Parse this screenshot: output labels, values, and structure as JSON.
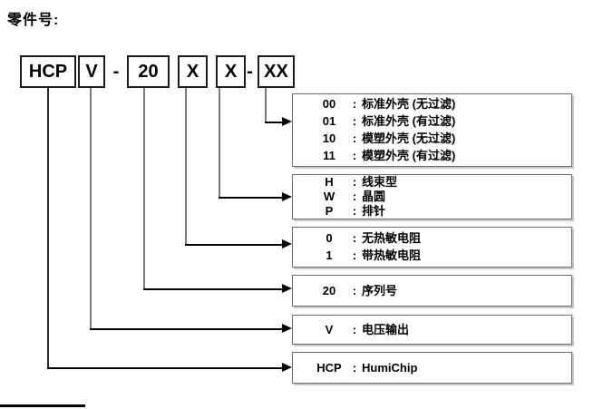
{
  "title": "零件号:",
  "part_number": {
    "segments": [
      "HCP",
      "V",
      "-",
      "20",
      "X",
      "X",
      "-",
      "XX"
    ]
  },
  "legend": {
    "colon": ":",
    "boxes": [
      {
        "rows": [
          {
            "code": "00",
            "desc": "标准外壳 (无过滤)"
          },
          {
            "code": "01",
            "desc": "标准外壳 (有过滤)"
          },
          {
            "code": "10",
            "desc": "模塑外壳 (无过滤)"
          },
          {
            "code": "11",
            "desc": "模塑外壳 (有过滤)"
          }
        ]
      },
      {
        "rows": [
          {
            "code": "H",
            "desc": "线束型"
          },
          {
            "code": "W",
            "desc": "晶圆"
          },
          {
            "code": "P",
            "desc": "排针"
          }
        ]
      },
      {
        "rows": [
          {
            "code": "0",
            "desc": "无热敏电阻"
          },
          {
            "code": "1",
            "desc": "带热敏电阻"
          }
        ]
      },
      {
        "rows": [
          {
            "code": "20",
            "desc": "序列号"
          }
        ]
      },
      {
        "rows": [
          {
            "code": "V",
            "desc": "电压输出"
          }
        ]
      },
      {
        "rows": [
          {
            "code": "HCP",
            "desc": "HumiChip"
          }
        ]
      }
    ]
  }
}
